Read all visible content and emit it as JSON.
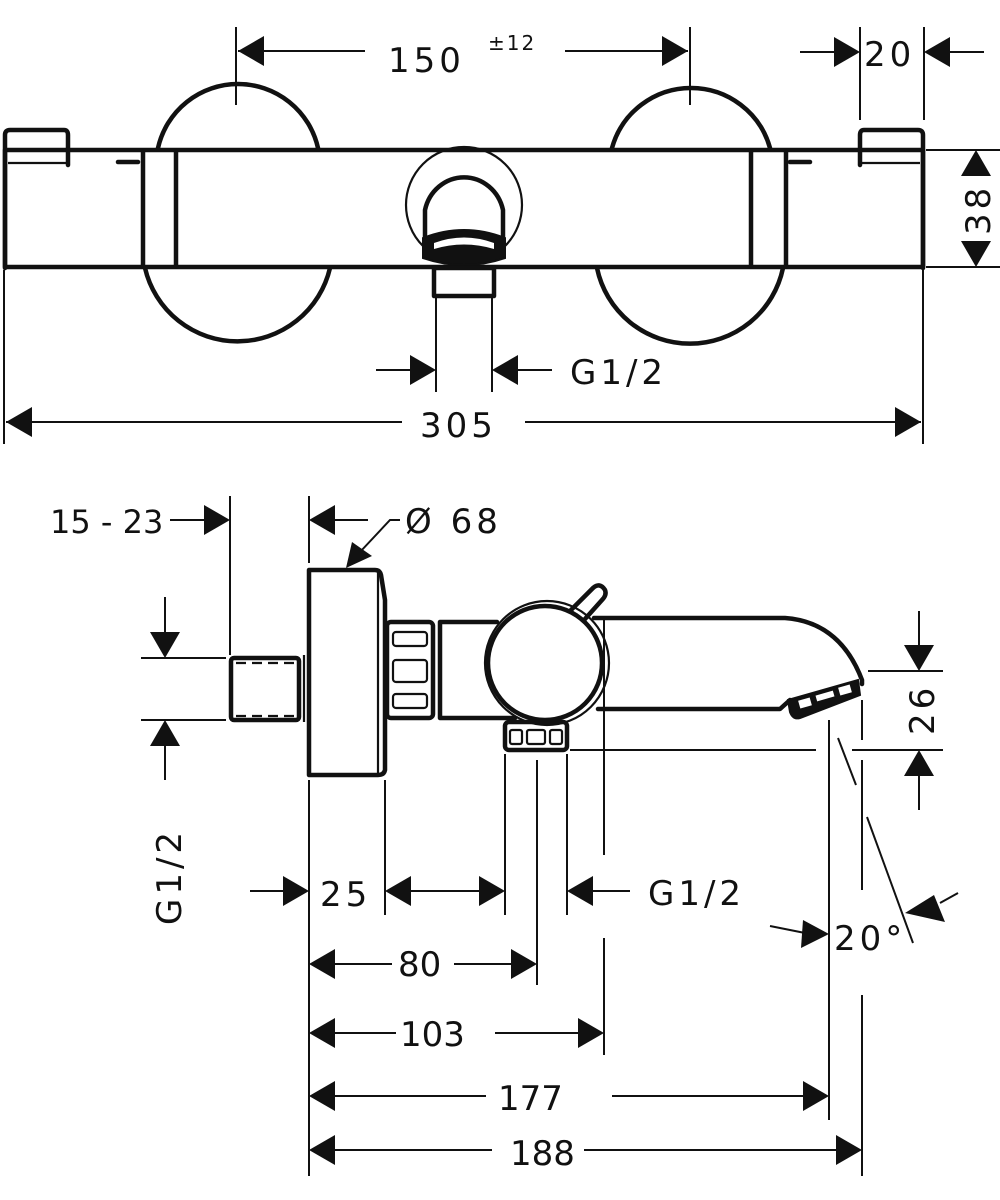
{
  "title": "Thermostatic bath mixer dimension drawing",
  "colors": {
    "line": "#111111",
    "background": "#ffffff"
  },
  "front_view": {
    "dims": {
      "handle_spacing": "150",
      "handle_spacing_tolerance": "±12",
      "end_cap_width": "20",
      "body_height": "38",
      "outlet_thread": "G1/2",
      "overall_width": "305"
    }
  },
  "side_view": {
    "dims": {
      "wall_offset_range": "15 - 23",
      "rosette_diameter": "Ø 68",
      "inlet_thread": "G1/2",
      "rosette_depth": "25",
      "outlet_thread": "G1/2",
      "spout_height": "26",
      "spout_angle": "20°",
      "to_outlet_axis": "80",
      "to_handle_axis": "103",
      "to_spout_outlet": "177",
      "overall_depth": "188"
    }
  }
}
